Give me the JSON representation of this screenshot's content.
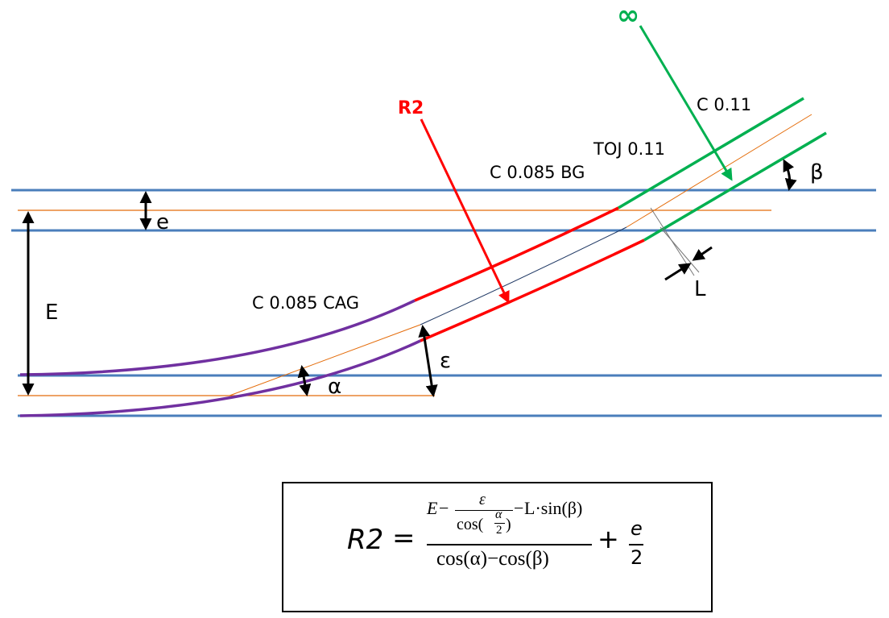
{
  "labels": {
    "r2": "R2",
    "infinity": "∞",
    "c011": "C 0.11",
    "toj011": "TOJ 0.11",
    "c0085bg": "C 0.085 BG",
    "c0085cag": "C 0.085 CAG",
    "e_small": "e",
    "e_big": "E",
    "alpha": "α",
    "epsilon": "ε",
    "beta": "β",
    "l": "L"
  },
  "formula": {
    "lhs": "R2",
    "equals": "=",
    "num_e": "E",
    "minus1": "−",
    "eps": "ε",
    "cos_open": "cos(",
    "alpha_half_num": "α",
    "alpha_half_den": "2",
    "cos_close": ")",
    "minus2": "−",
    "l_sin": "L·sin(β)",
    "denominator": "cos(α)−cos(β)",
    "plus": "+",
    "e_num": "e",
    "e_den": "2"
  },
  "colors": {
    "track": "#4a7ebb",
    "guide": "#e46c0a",
    "purple": "#7030a0",
    "red": "#ff0000",
    "green": "#00b050",
    "navy": "#1f3864"
  }
}
